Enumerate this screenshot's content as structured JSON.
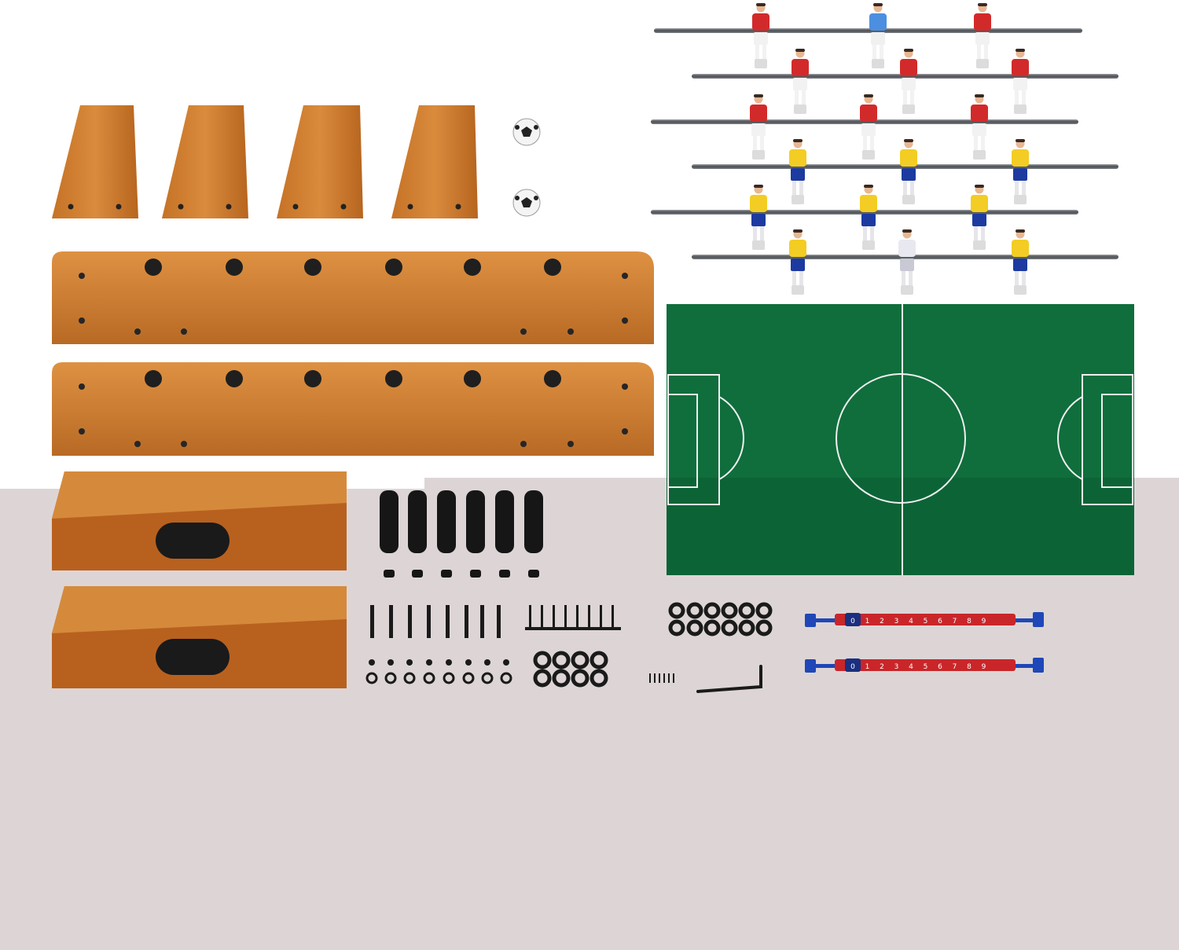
{
  "image": {
    "kind": "foosball table parts kit",
    "colors": {
      "background": "#ffffff",
      "overlay_band": "#ddd5d5",
      "wood_light": "#d98a3a",
      "wood_dark": "#a8581c",
      "field_green": "#0d6b3a",
      "field_lines": "#f2f2f2",
      "rod": "#6f7377",
      "team_red": "#d22a2a",
      "team_yellow": "#f3cd24",
      "team_blue_shorts": "#1c3aa0",
      "keeper_blue": "#4c8fe0",
      "keeper_white": "#e8e8f0",
      "score_red": "#c9262a",
      "hardware_black": "#1a1a1a"
    },
    "score_counter": {
      "digits": [
        "0",
        "1",
        "2",
        "3",
        "4",
        "5",
        "6",
        "7",
        "8",
        "9"
      ]
    },
    "components": [
      "leg-pieces",
      "balls",
      "side-rails",
      "end-goal-boxes",
      "handles",
      "bolts",
      "washers",
      "screws",
      "allen-key",
      "player-rods",
      "playing-field",
      "score-counters"
    ]
  }
}
